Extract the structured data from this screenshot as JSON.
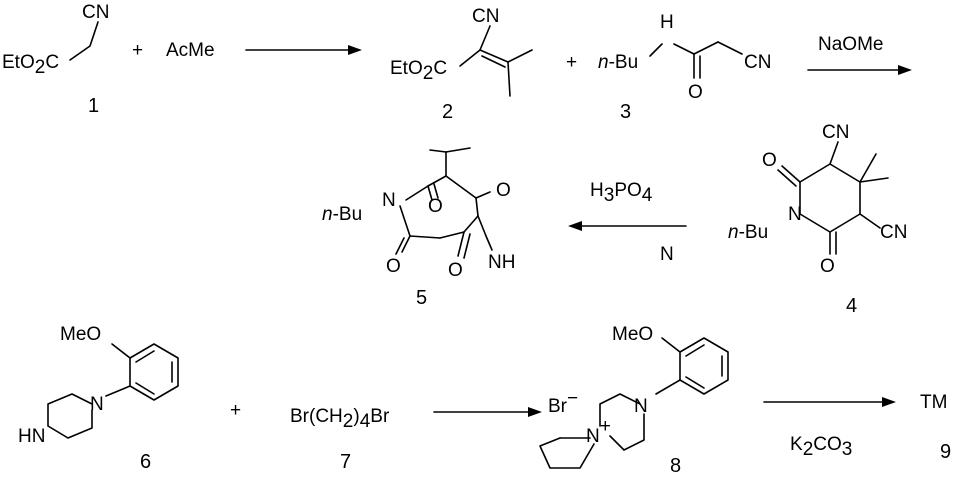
{
  "scheme": {
    "row1": {
      "compound1": {
        "cn": "CN",
        "ester": "EtO",
        "ester_sub": "2",
        "ester_end": "C",
        "number": "1"
      },
      "plus1": "+",
      "reagent_acme": "AcMe",
      "compound2": {
        "cn": "CN",
        "ester": "EtO",
        "ester_sub": "2",
        "ester_end": "C",
        "number": "2"
      },
      "plus2": "+",
      "compound3": {
        "h": "H",
        "nbu": "n",
        "nbu_rest": "-Bu",
        "o": "O",
        "cn": "CN",
        "number": "3"
      },
      "arrow1_reagent": "NaOMe"
    },
    "row2": {
      "compound4": {
        "cn_top": "CN",
        "cn_right": "CN",
        "o_top": "O",
        "o_bottom": "O",
        "n": "N",
        "nbu": "n",
        "nbu_rest": "-Bu",
        "number": "4"
      },
      "arrow2_top": "H",
      "arrow2_top_sub": "3",
      "arrow2_top_mid": "PO",
      "arrow2_top_sub2": "4",
      "arrow2_bottom": "N",
      "compound5": {
        "nbu": "n",
        "nbu_rest": "-Bu",
        "n": "N",
        "o1": "O",
        "o2": "O",
        "o3": "O",
        "o4": "O",
        "nh": "NH",
        "number": "5"
      }
    },
    "row3": {
      "compound6": {
        "meo": "MeO",
        "n": "N",
        "hn": "HN",
        "number": "6"
      },
      "plus3": "+",
      "compound7": {
        "br1": "Br(CH",
        "sub1": "2",
        "mid": ")",
        "sub2": "4",
        "br2": "Br",
        "number": "7"
      },
      "compound8": {
        "meo": "MeO",
        "br": "Br",
        "br_charge": "−",
        "n_plus": "N",
        "plus": "+",
        "n": "N",
        "number": "8"
      },
      "arrow4_reagent_a": "K",
      "arrow4_reagent_sub1": "2",
      "arrow4_reagent_b": "CO",
      "arrow4_reagent_sub2": "3",
      "product": "TM",
      "product_number": "9"
    }
  }
}
